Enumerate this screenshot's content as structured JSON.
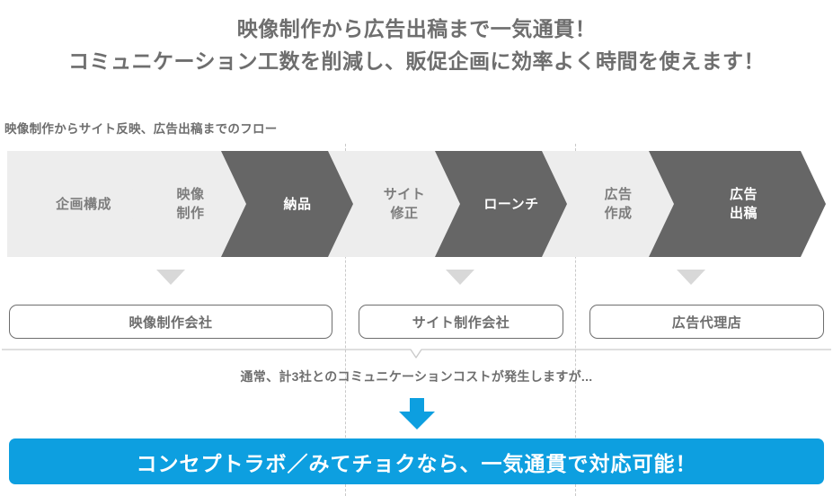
{
  "headline": {
    "line1": "映像制作から広告出稿まで一気通貫！",
    "line2": "コミュニケーション工数を削減し、販促企画に効率よく時間を使えます！",
    "color": "#6e6e6e"
  },
  "section_label": "映像制作からサイト反映、広告出稿までのフロー",
  "flow": {
    "steps": [
      {
        "label": "企画構成",
        "tone": "light"
      },
      {
        "label": "映像\n制作",
        "tone": "light"
      },
      {
        "label": "納品",
        "tone": "dark"
      },
      {
        "label": "サイト\n修正",
        "tone": "light"
      },
      {
        "label": "ローンチ",
        "tone": "dark"
      },
      {
        "label": "広告\n作成",
        "tone": "light"
      },
      {
        "label": "広告\n出稿",
        "tone": "dark"
      }
    ],
    "light_color": "#ededed",
    "dark_color": "#666666",
    "light_text_color": "#7d7d7d",
    "dark_text_color": "#ffffff"
  },
  "companies": [
    {
      "label": "映像制作会社"
    },
    {
      "label": "サイト制作会社"
    },
    {
      "label": "広告代理店"
    }
  ],
  "caption": "通常、計3社とのコミュニケーションコストが発生しますが...",
  "cta": {
    "label": "コンセプトラボ／みてチョクなら、一気通貫で対応可能！",
    "bg_color": "#0d9fe0",
    "text_color": "#ffffff"
  },
  "arrow": {
    "color": "#0d9fe0"
  }
}
